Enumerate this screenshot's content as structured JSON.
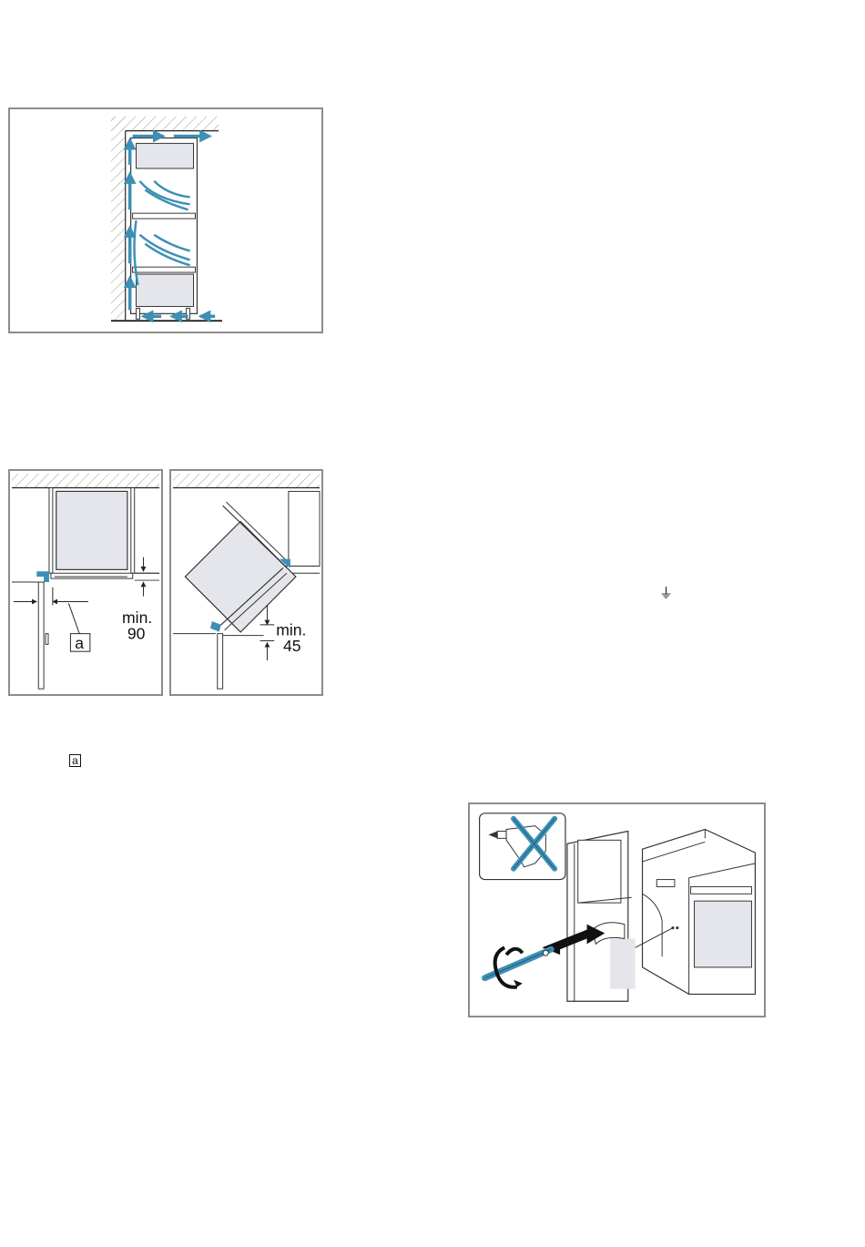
{
  "figures": {
    "installation_clearance": {
      "label_a": "a",
      "label_min_90_line1": "min.",
      "label_min_90_line2": "90",
      "label_min_45_line1": "min.",
      "label_min_45_line2": "45"
    }
  },
  "inline_symbols": {
    "ground_symbol": "⏚",
    "boxed_a": "a"
  },
  "colors": {
    "frame_border": "#8c8c8c",
    "accent_blue": "#3d8fb5",
    "appliance_fill": "#e4e6ec",
    "hatch": "#9a9a9a"
  }
}
